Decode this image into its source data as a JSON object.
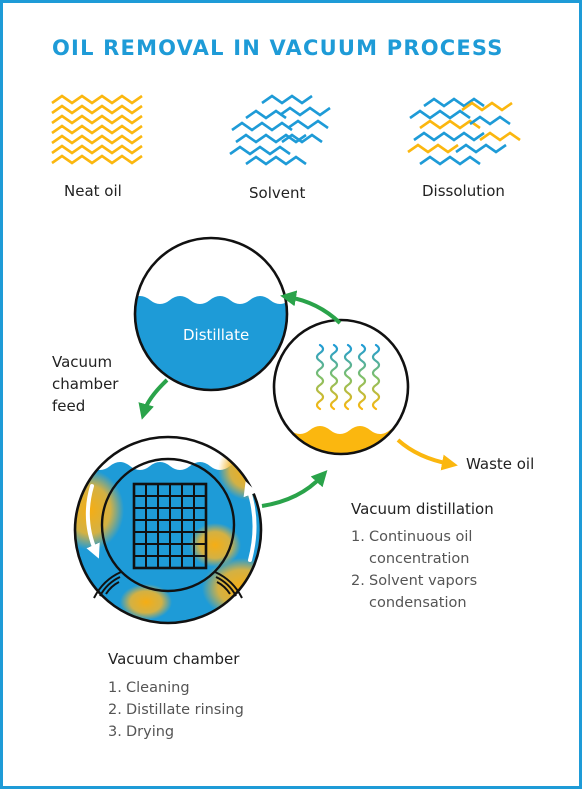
{
  "title": "OIL REMOVAL IN VACUUM PROCESS",
  "colors": {
    "frame": "#1e9bd7",
    "oil": "#fbb70f",
    "solvent": "#1e9bd7",
    "arrow": "#2aa34a"
  },
  "legend": [
    {
      "label": "Neat oil",
      "pattern": "oil-zigzag-icon"
    },
    {
      "label": "Solvent",
      "pattern": "solvent-zigzag-icon"
    },
    {
      "label": "Dissolution",
      "pattern": "mixed-zigzag-icon"
    }
  ],
  "distillate_label": "Distillate",
  "feed_label": [
    "Vacuum",
    "chamber",
    "feed"
  ],
  "waste_oil_label": "Waste oil",
  "vacuum_distillation": {
    "heading": "Vacuum distillation",
    "steps": [
      {
        "num": "1.",
        "lines": [
          "Continuous oil",
          "concentration"
        ]
      },
      {
        "num": "2.",
        "lines": [
          "Solvent vapors",
          "condensation"
        ]
      }
    ]
  },
  "vacuum_chamber": {
    "heading": "Vacuum chamber",
    "steps": [
      {
        "num": "1.",
        "lines": [
          "Cleaning"
        ]
      },
      {
        "num": "2.",
        "lines": [
          "Distillate rinsing"
        ]
      },
      {
        "num": "3.",
        "lines": [
          "Drying"
        ]
      }
    ]
  }
}
